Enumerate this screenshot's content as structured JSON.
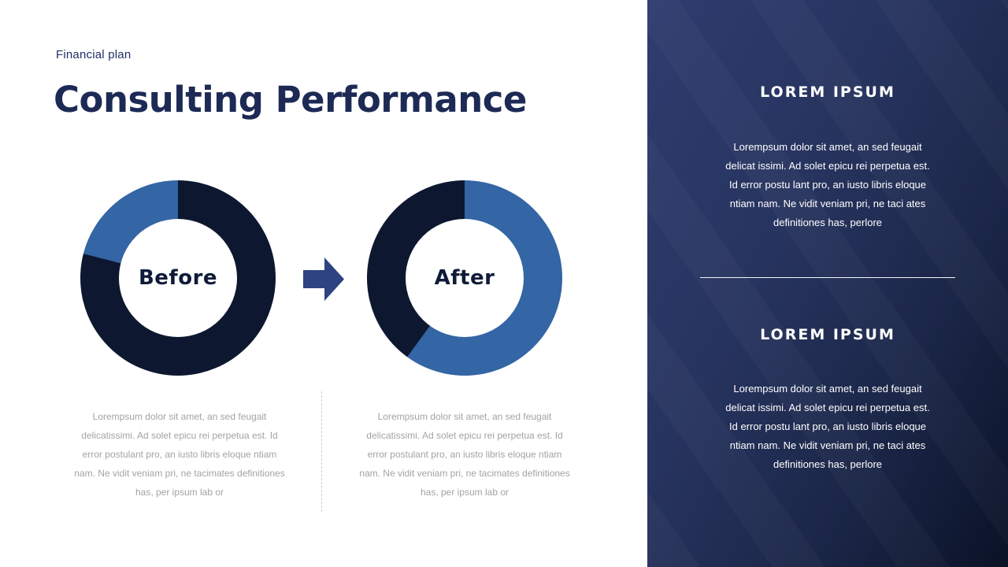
{
  "main": {
    "eyebrow": "Financial plan",
    "title": "Consulting Performance",
    "before_desc": "Lorempsum dolor sit amet, an sed feugait delicatissimi. Ad solet epicu rei perpetua est. Id error postulant pro, an iusto libris eloque ntiam nam. Ne vidit veniam pri, ne tacimates definitiones has, per ipsum lab or",
    "after_desc": "Lorempsum dolor sit amet, an sed feugait delicatissimi. Ad solet epicu rei perpetua est. Id error postulant pro, an iusto libris eloque ntiam nam. Ne vidit veniam pri, ne tacimates definitiones has, per ipsum lab or"
  },
  "chart_data": [
    {
      "type": "pie",
      "donut": true,
      "inner_radius_ratio": 0.6,
      "center_label": "Before",
      "slices": [
        {
          "name": "dark-navy-share",
          "value": 79,
          "color": "#0d1830"
        },
        {
          "name": "blue-share",
          "value": 21,
          "color": "#3465a4"
        }
      ],
      "start_angle_deg": 0,
      "legend": "none"
    },
    {
      "type": "pie",
      "donut": true,
      "inner_radius_ratio": 0.6,
      "center_label": "After",
      "slices": [
        {
          "name": "blue-share",
          "value": 60,
          "color": "#3465a4"
        },
        {
          "name": "dark-navy-share",
          "value": 40,
          "color": "#0d1830"
        }
      ],
      "start_angle_deg": 0,
      "legend": "none"
    }
  ],
  "sidebar": {
    "sections": [
      {
        "heading": "LOREM IPSUM",
        "body": "Lorempsum dolor sit amet, an sed feugait delicat issimi. Ad solet epicu rei perpetua est. Id error postu lant pro, an iusto libris eloque ntiam nam. Ne vidit veniam pri, ne taci ates definitiones has, perlore"
      },
      {
        "heading": "LOREM IPSUM",
        "body": "Lorempsum dolor sit amet, an sed feugait delicat issimi. Ad solet epicu rei perpetua est. Id error postu lant pro, an iusto libris eloque ntiam nam. Ne vidit veniam pri, ne taci ates definitiones has, perlore"
      }
    ]
  },
  "colors": {
    "title_navy": "#1d2a55",
    "eyebrow_navy": "#203067",
    "donut_dark": "#0d1830",
    "donut_blue": "#3465a4",
    "arrow_navy": "#2e4382",
    "muted_gray_text": "#a3a3a3",
    "panel_gradient_start": "#2e3d6f",
    "panel_gradient_end": "#0a1226",
    "panel_text": "#ffffff"
  }
}
